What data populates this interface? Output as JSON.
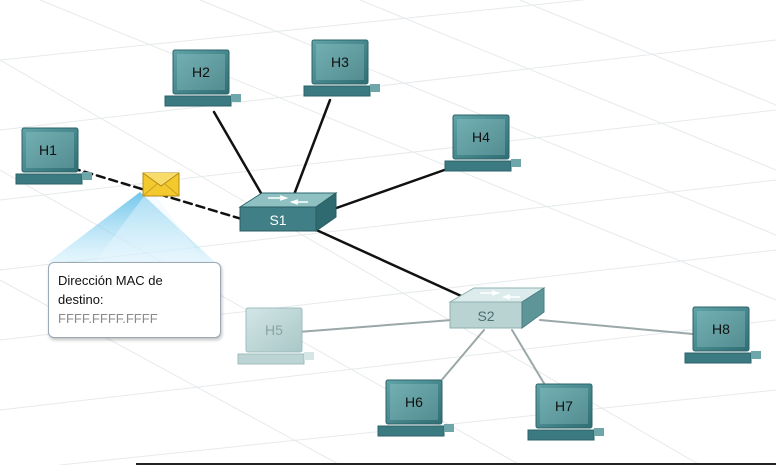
{
  "switches": [
    {
      "id": "s1",
      "label": "S1"
    },
    {
      "id": "s2",
      "label": "S2"
    }
  ],
  "hosts": [
    {
      "id": "h1",
      "label": "H1"
    },
    {
      "id": "h2",
      "label": "H2"
    },
    {
      "id": "h3",
      "label": "H3"
    },
    {
      "id": "h4",
      "label": "H4"
    },
    {
      "id": "h5",
      "label": "H5"
    },
    {
      "id": "h6",
      "label": "H6"
    },
    {
      "id": "h7",
      "label": "H7"
    },
    {
      "id": "h8",
      "label": "H8"
    }
  ],
  "callout": {
    "title": "Dirección MAC de destino:",
    "value": "FFFF.FFFF.FFFF"
  },
  "colors": {
    "device_dark": "#3f7f85",
    "device_light": "#b9d3d3",
    "link_active": "#111111",
    "link_faded": "#9aa8a8",
    "envelope": "#f4c92e",
    "broadcast": "#8fd4ee"
  },
  "icons": [
    "envelope-icon",
    "broadcast-beam-icon"
  ]
}
